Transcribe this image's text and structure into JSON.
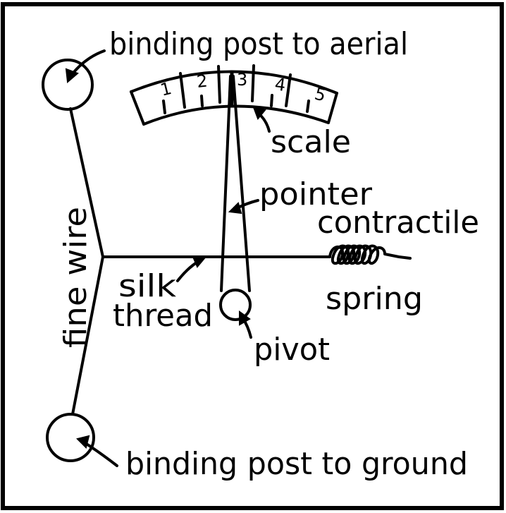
{
  "labels": {
    "aerial_post": "binding post to aerial",
    "ground_post": "binding post to ground",
    "scale": "scale",
    "pointer": "pointer",
    "spring_top": "contractile",
    "spring_bottom": "spring",
    "silk_top": "silk",
    "silk_bottom": "thread",
    "pivot": "pivot",
    "fine_wire": "fine wire"
  },
  "scale_numbers": [
    "1",
    "2",
    "3",
    "4",
    "5"
  ]
}
